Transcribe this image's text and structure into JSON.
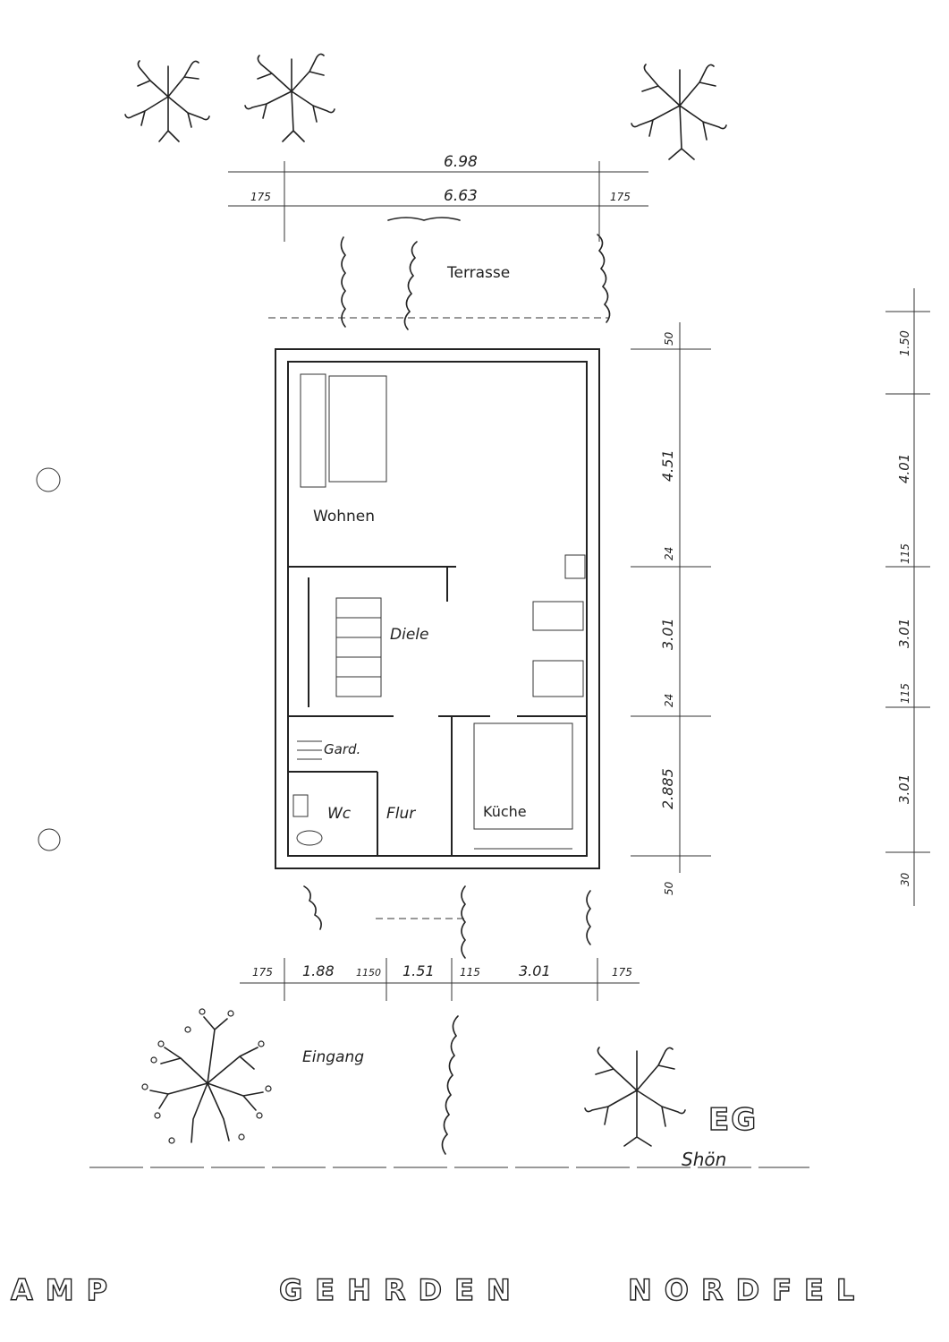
{
  "rooms": {
    "terrasse": "Terrasse",
    "wohnen": "Wohnen",
    "diele": "Diele",
    "gard": "Gard.",
    "wc": "Wc",
    "flur": "Flur",
    "kueche": "Küche",
    "eingang": "Eingang"
  },
  "top_dimensions": {
    "overall": "6.98",
    "inner": "6.63",
    "left_wall": "175",
    "right_wall": "175"
  },
  "bottom_dimensions": [
    "175",
    "1.88",
    "1150",
    "1.51",
    "115",
    "3.01",
    "175"
  ],
  "right_dimensions_inner": [
    "50",
    "4.51",
    "24",
    "3.01",
    "24",
    "2.885",
    "50"
  ],
  "right_dimensions_outer": [
    "1.50",
    "4.01",
    "115",
    "3.01",
    "115",
    "3.01",
    "30"
  ],
  "floor_label": "EG",
  "signature": "Shön",
  "footer": {
    "left": "AMP",
    "center": "GEHRDEN",
    "right": "NORDFEL"
  }
}
